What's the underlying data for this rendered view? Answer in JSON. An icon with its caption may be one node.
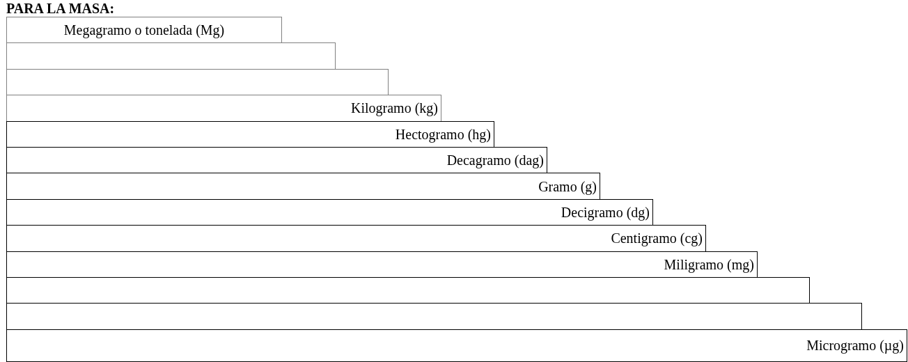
{
  "diagram": {
    "title": "PARA LA MASA:",
    "nodes": [
      {
        "text": [
          "Megagramo o tonelada (Mg)"
        ]
      },
      {
        "text": [],
        "shape": "bar"
      },
      {
        "text": [],
        "shape": "bar"
      },
      {
        "text": [
          "Kilogramo (kg)"
        ]
      },
      {
        "text": [
          "Hectogramo (hg)"
        ]
      },
      {
        "text": [
          "Decagramo (dag)"
        ]
      },
      {
        "text": [
          "Gramo (g)"
        ]
      },
      {
        "text": [
          "Decigramo (dg)"
        ]
      },
      {
        "text": [
          "Centigramo (cg)"
        ]
      },
      {
        "text": [
          "Miligramo (mg)"
        ]
      },
      {
        "text": [],
        "shape": "bar"
      },
      {
        "text": [],
        "shape": "bar"
      },
      {
        "text": [
          "Microgramo (µg)"
        ]
      }
    ]
  }
}
